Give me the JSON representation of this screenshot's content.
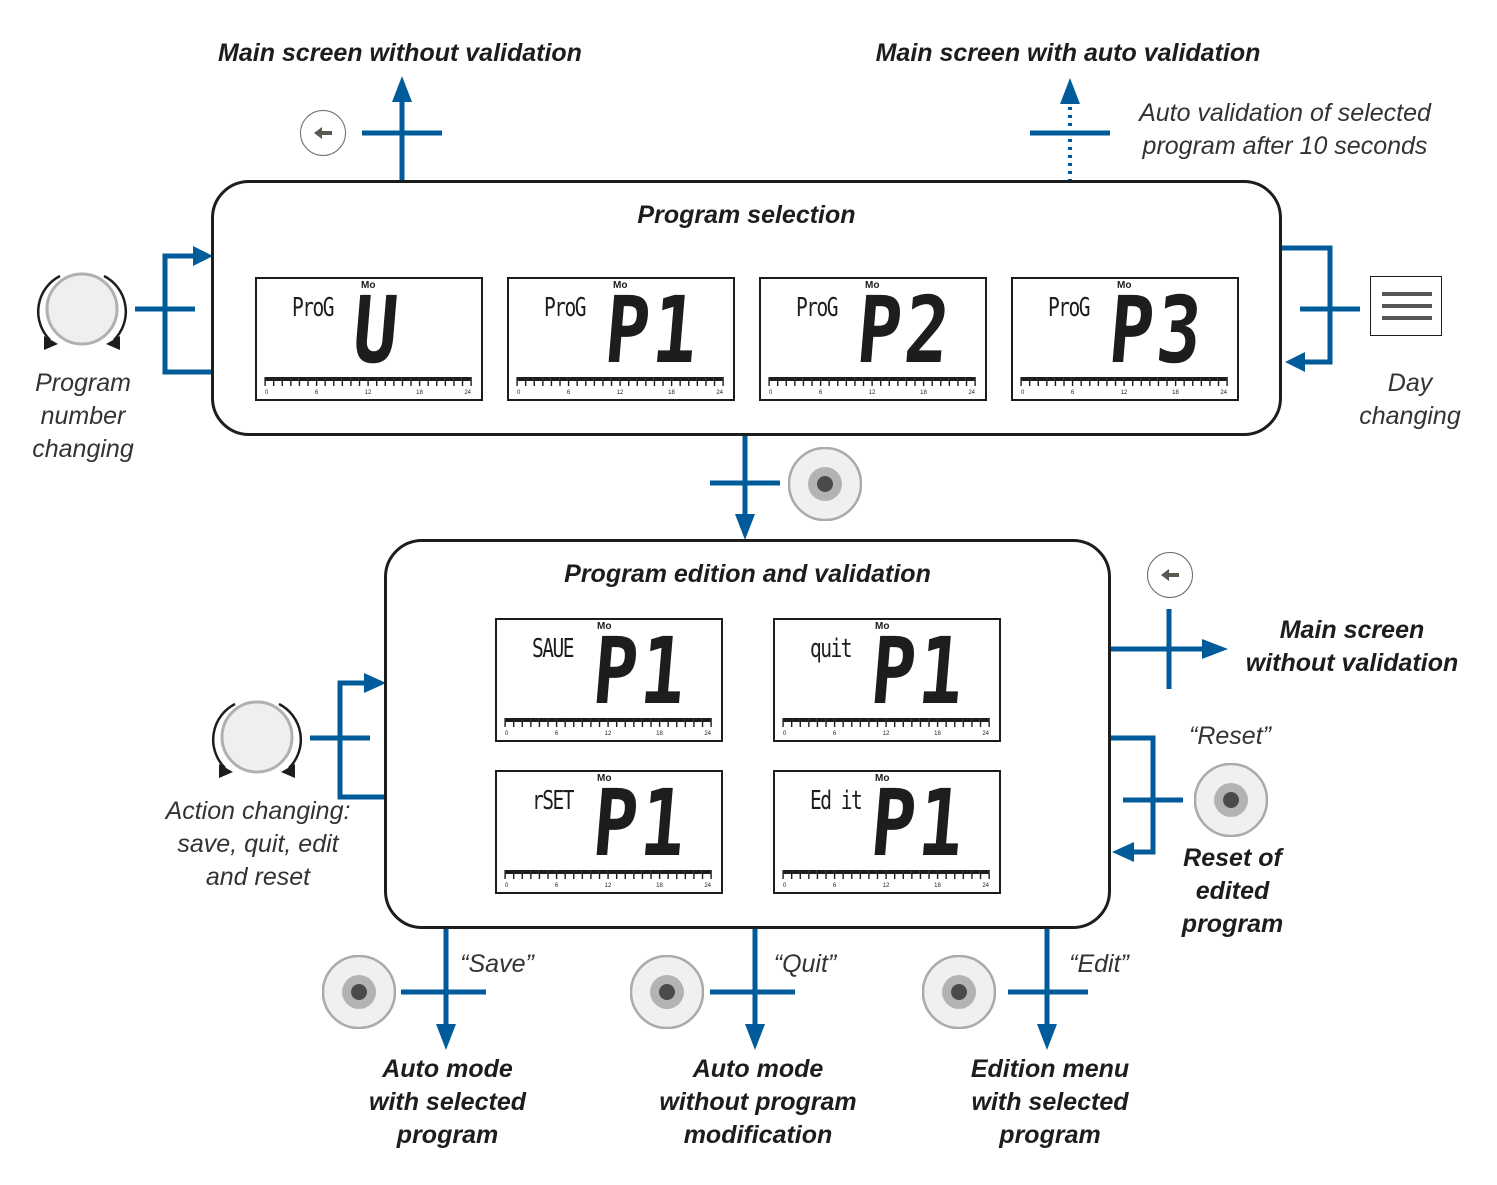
{
  "colors": {
    "accent": "#005b9a",
    "ink": "#1d1d1b",
    "button_gray": "#bdbdbd"
  },
  "top": {
    "left_target": "Main screen without validation",
    "right_target": "Main screen with auto validation",
    "auto_note_line1": "Auto validation of selected",
    "auto_note_line2": "program after 10 seconds"
  },
  "program_selection": {
    "title": "Program selection",
    "screens": [
      {
        "day": "Mo",
        "label": "ProG",
        "value": "U"
      },
      {
        "day": "Mo",
        "label": "ProG",
        "value": "P1"
      },
      {
        "day": "Mo",
        "label": "ProG",
        "value": "P2"
      },
      {
        "day": "Mo",
        "label": "ProG",
        "value": "P3"
      }
    ],
    "left_caption": [
      "Program",
      "number",
      "changing"
    ],
    "right_caption": [
      "Day",
      "changing"
    ]
  },
  "timeline": {
    "ticks": [
      "0",
      "6",
      "12",
      "18",
      "24"
    ]
  },
  "program_edition": {
    "title": "Program edition and validation",
    "screens": [
      {
        "day": "Mo",
        "label": "SAUE",
        "value": "P1"
      },
      {
        "day": "Mo",
        "label": "quit",
        "value": "P1"
      },
      {
        "day": "Mo",
        "label": "rSET",
        "value": "P1"
      },
      {
        "day": "Mo",
        "label": "Ed it",
        "value": "P1"
      }
    ],
    "left_caption": [
      "Action changing:",
      "save, quit, edit",
      "and reset"
    ],
    "right_target": [
      "Main screen",
      "without validation"
    ],
    "reset_label": "“Reset”",
    "reset_caption": [
      "Reset of",
      "edited",
      "program"
    ]
  },
  "bottom": [
    {
      "action": "“Save”",
      "target": [
        "Auto mode",
        "with selected",
        "program"
      ]
    },
    {
      "action": "“Quit”",
      "target": [
        "Auto mode",
        "without program",
        "modification"
      ]
    },
    {
      "action": "“Edit”",
      "target": [
        "Edition menu",
        "with selected",
        "program"
      ]
    }
  ],
  "icons": {
    "back": "back-arrow-icon",
    "knob": "rotary-knob-icon",
    "ok": "ok-button-icon",
    "menu": "menu-icon"
  }
}
